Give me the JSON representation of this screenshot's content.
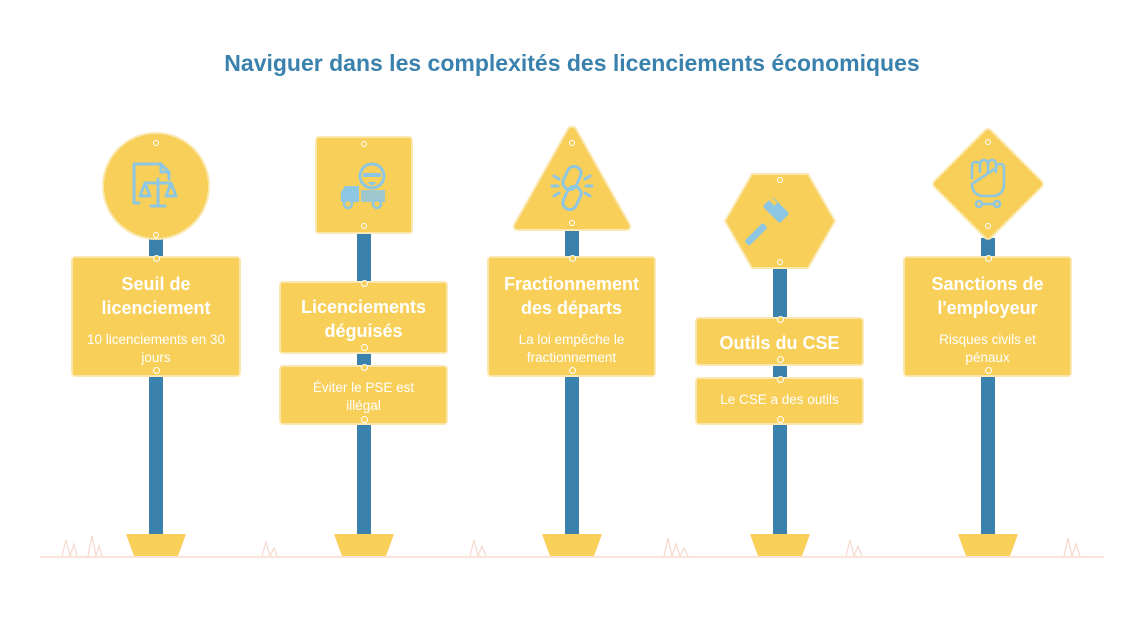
{
  "title": "Naviguer dans les complexités des licenciements économiques",
  "colors": {
    "accent": "#3a82ad",
    "sign": "#f7cf59",
    "icon": "#8ec7e3",
    "grass": "#f6d9cf"
  },
  "signs": [
    {
      "icon": "document-balance-icon",
      "heading": "Seuil de licenciement",
      "description": "10 licenciements en 30 jours"
    },
    {
      "icon": "truck-worker-icon",
      "heading": "Licenciements déguisés",
      "description": "Éviter le PSE est illégal"
    },
    {
      "icon": "broken-chain-icon",
      "heading": "Fractionnement des départs",
      "description": "La loi empêche le fractionnement"
    },
    {
      "icon": "gavel-icon",
      "heading": "Outils du CSE",
      "description": "Le CSE a des outils"
    },
    {
      "icon": "fist-handcuffs-icon",
      "heading": "Sanctions de l'employeur",
      "description": "Risques civils et pénaux"
    }
  ]
}
